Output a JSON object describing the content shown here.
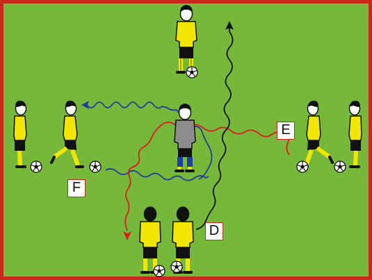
{
  "labels": {
    "d": "D",
    "e": "E",
    "f": "F"
  },
  "colors": {
    "field": "#76b93a",
    "border": "#c8281e",
    "jersey": "#f2e500",
    "shorts": "#111111",
    "goalkeeper": "#8c8c8c",
    "path_blue": "#1f3d9c",
    "path_red": "#e01a23",
    "path_black": "#111111"
  },
  "icons": [
    "player-icon",
    "goalkeeper-icon",
    "ball-icon",
    "arrow-icon"
  ]
}
